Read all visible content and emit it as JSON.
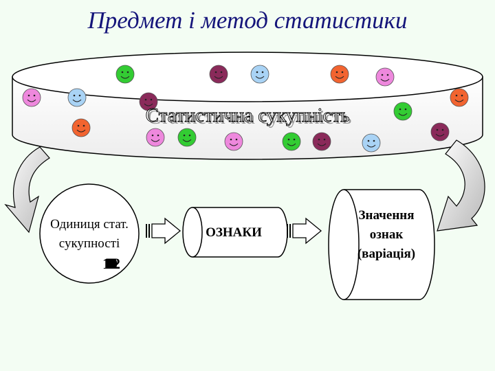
{
  "title": "Предмет і метод статистики",
  "population": {
    "label": "Статистична сукупність"
  },
  "unit": {
    "line1": "Одиниця стат.",
    "line2": "сукупності",
    "numbers": [
      "1",
      "2",
      "3",
      "4",
      "5",
      "6",
      "7",
      "8",
      "9",
      "10",
      "11",
      "12"
    ]
  },
  "features": {
    "label": "ОЗНАКИ"
  },
  "values": {
    "line1": "Значення",
    "line2": "ознак",
    "line3": "(варіація)"
  },
  "colors": {
    "title": "#14147a",
    "green": "#33cc33",
    "pink": "#ee88dd",
    "blue": "#a9d3f5",
    "orange": "#f26430",
    "maroon": "#8a2a5a"
  },
  "smileys": [
    {
      "color": "green"
    },
    {
      "color": "maroon"
    },
    {
      "color": "blue"
    },
    {
      "color": "orange"
    },
    {
      "color": "pink"
    },
    {
      "color": "pink"
    },
    {
      "color": "blue"
    },
    {
      "color": "maroon"
    },
    {
      "color": "green"
    },
    {
      "color": "orange"
    },
    {
      "color": "orange"
    },
    {
      "color": "pink"
    },
    {
      "color": "green"
    },
    {
      "color": "pink"
    },
    {
      "color": "green"
    },
    {
      "color": "maroon"
    },
    {
      "color": "blue"
    },
    {
      "color": "maroon"
    }
  ]
}
